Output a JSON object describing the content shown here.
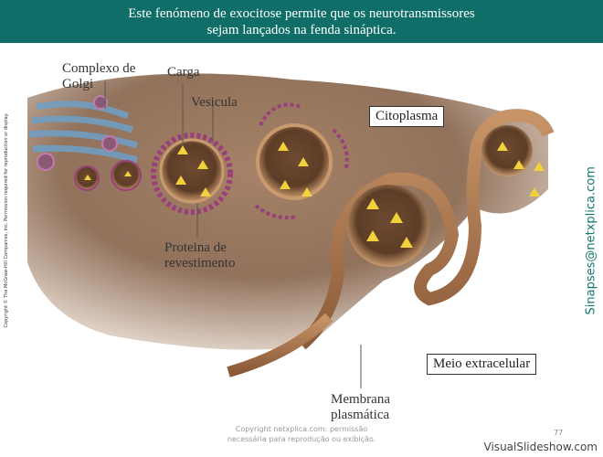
{
  "banner": {
    "line1": "Este fenómeno de exocitose permite que os neurotransmissores",
    "line2": "sejam lançados na fenda sináptica."
  },
  "labels": {
    "golgi_line1": "Complexo de",
    "golgi_line2": "Golgi",
    "cargo": "Carga",
    "vesicle": "Vesicula",
    "coat_line1": "Proteina de",
    "coat_line2": "revestimento",
    "cytoplasm": "Citoplasma",
    "extracellular": "Meio extracelular",
    "membrane_line1": "Membrana",
    "membrane_line2": "plasmática"
  },
  "side": {
    "copyright": "Copyright © The McGraw-Hill Companies, Inc. Permission required for reproduction or display.",
    "site": "Sinapses@netxplica.com"
  },
  "footer": {
    "note_line1": "Copyright netxplica.com: permissão",
    "note_line2": "necessária para reprodução ou exibição.",
    "page": "77",
    "watermark": "VisualSlideshow.com"
  },
  "colors": {
    "banner": "#0f6f68",
    "cytoplasm": "#8a6a52",
    "vesicle": "#a0714f",
    "coat_protein": "#9b3f7a",
    "cargo": "#f2d23a",
    "golgi": "#6fa0c8"
  }
}
